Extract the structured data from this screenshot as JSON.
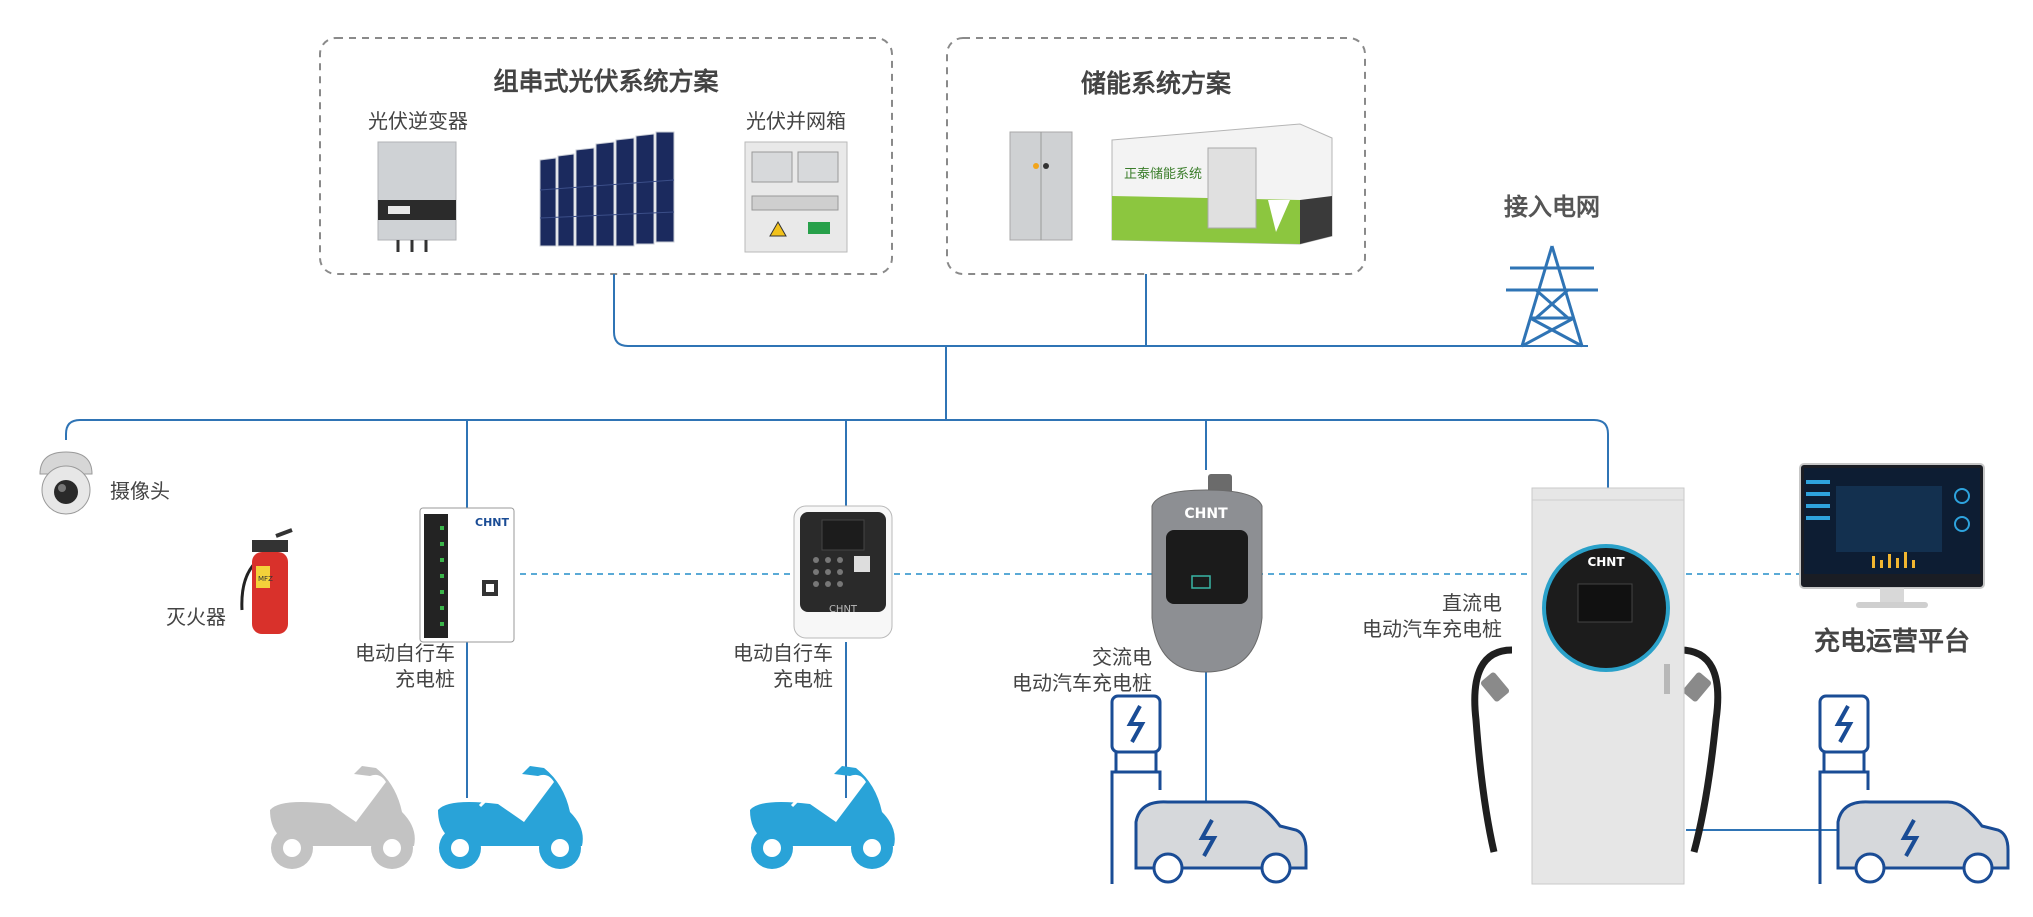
{
  "groups": {
    "pv_solution": {
      "title": "组串式光伏系统方案",
      "inverter_label": "光伏逆变器",
      "combiner_label": "光伏并网箱"
    },
    "storage_solution": {
      "title": "储能系统方案",
      "container_text": "正泰储能系统"
    }
  },
  "grid": {
    "label": "接入电网"
  },
  "camera": {
    "label": "摄像头"
  },
  "extinguisher": {
    "label": "灭火器",
    "tag": "MFZ"
  },
  "bike_charger_1": {
    "label_line1": "电动自行车",
    "label_line2": "充电桩",
    "brand": "CHNT"
  },
  "bike_charger_2": {
    "label_line1": "电动自行车",
    "label_line2": "充电桩",
    "brand": "CHNT"
  },
  "ac_charger": {
    "label_line1": "交流电",
    "label_line2": "电动汽车充电桩",
    "brand": "CHNT"
  },
  "dc_charger": {
    "label_line1": "直流电",
    "label_line2": "电动汽车充电桩",
    "brand": "CHNT"
  },
  "platform": {
    "label": "充电运营平台"
  },
  "colors": {
    "line_blue": "#2f74b5",
    "dash_blue": "#5aaad6",
    "accent_blue": "#29a3d8",
    "navy": "#1a4c95",
    "gray_scooter": "#c3c3c3",
    "border_gray": "#8a8a8a"
  }
}
